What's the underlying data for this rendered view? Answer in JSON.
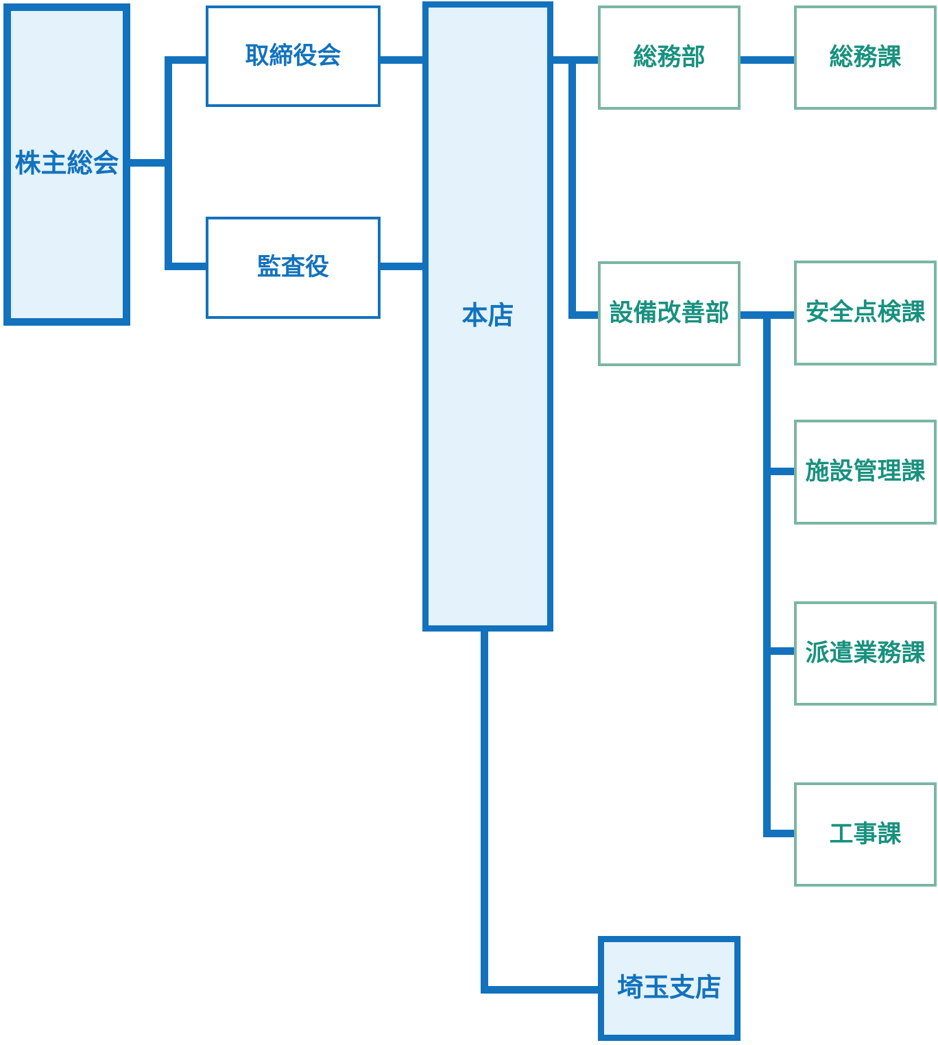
{
  "diagram": {
    "type": "org-chart",
    "language": "ja"
  },
  "colors": {
    "accent_blue": "#1272bd",
    "light_blue_fill": "#e3f2fb",
    "green_border": "#7ab6a2",
    "green_text": "#18917f",
    "background": "#ffffff"
  },
  "nodes": {
    "shareholders": {
      "label": "株主総会",
      "style": "blue-primary"
    },
    "board": {
      "label": "取締役会",
      "style": "blue-secondary"
    },
    "auditor": {
      "label": "監査役",
      "style": "blue-secondary"
    },
    "head_office": {
      "label": "本店",
      "style": "blue-primary"
    },
    "general_affairs_dept": {
      "label": "総務部",
      "style": "green"
    },
    "general_affairs_section": {
      "label": "総務課",
      "style": "green"
    },
    "facility_improvement_dept": {
      "label": "設備改善部",
      "style": "green"
    },
    "safety_inspection_section": {
      "label": "安全点検課",
      "style": "green"
    },
    "facility_management_section": {
      "label": "施設管理課",
      "style": "green"
    },
    "dispatch_operations_section": {
      "label": "派遣業務課",
      "style": "green"
    },
    "construction_section": {
      "label": "工事課",
      "style": "green"
    },
    "saitama_branch": {
      "label": "埼玉支店",
      "style": "blue-primary"
    }
  },
  "edges": [
    {
      "from": "shareholders",
      "to": "board"
    },
    {
      "from": "shareholders",
      "to": "auditor"
    },
    {
      "from": "board",
      "to": "head_office"
    },
    {
      "from": "auditor",
      "to": "head_office"
    },
    {
      "from": "head_office",
      "to": "general_affairs_dept"
    },
    {
      "from": "general_affairs_dept",
      "to": "general_affairs_section"
    },
    {
      "from": "head_office",
      "to": "facility_improvement_dept"
    },
    {
      "from": "facility_improvement_dept",
      "to": "safety_inspection_section"
    },
    {
      "from": "facility_improvement_dept",
      "to": "facility_management_section"
    },
    {
      "from": "facility_improvement_dept",
      "to": "dispatch_operations_section"
    },
    {
      "from": "facility_improvement_dept",
      "to": "construction_section"
    },
    {
      "from": "head_office",
      "to": "saitama_branch"
    }
  ]
}
